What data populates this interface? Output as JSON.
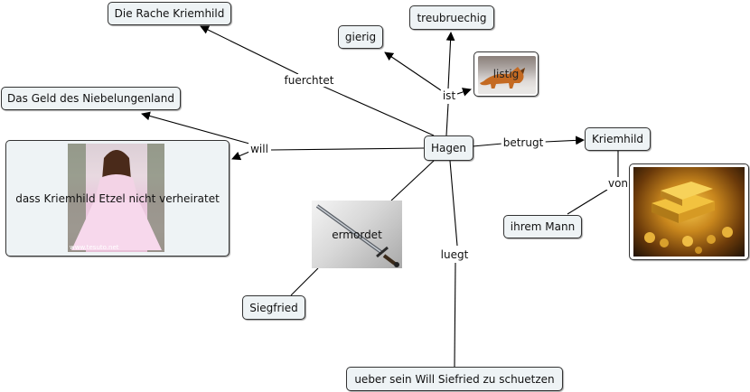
{
  "nodes": {
    "hagen": "Hagen",
    "rache": "Die Rache Kriemhild",
    "treu": "treubruechig",
    "gierig": "gierig",
    "listig": "listig",
    "geld": "Das Geld des Niebelungenland",
    "dass": "dass Kriemhild Etzel nicht verheiratet",
    "kriemhild": "Kriemhild",
    "mann": "ihrem Mann",
    "ermordet": "ermordet",
    "siegfried": "Siegfried",
    "ueber": "ueber sein Will Siefried zu schuetzen"
  },
  "links": {
    "fuerchtet": "fuerchtet",
    "ist": "ist",
    "will": "will",
    "betrugt": "betrugt",
    "von": "von",
    "luegt": "luegt"
  },
  "photo_watermark": "www.tesuto.net",
  "colors": {
    "node_fill": "#eef3f5",
    "edge": "#000000"
  }
}
